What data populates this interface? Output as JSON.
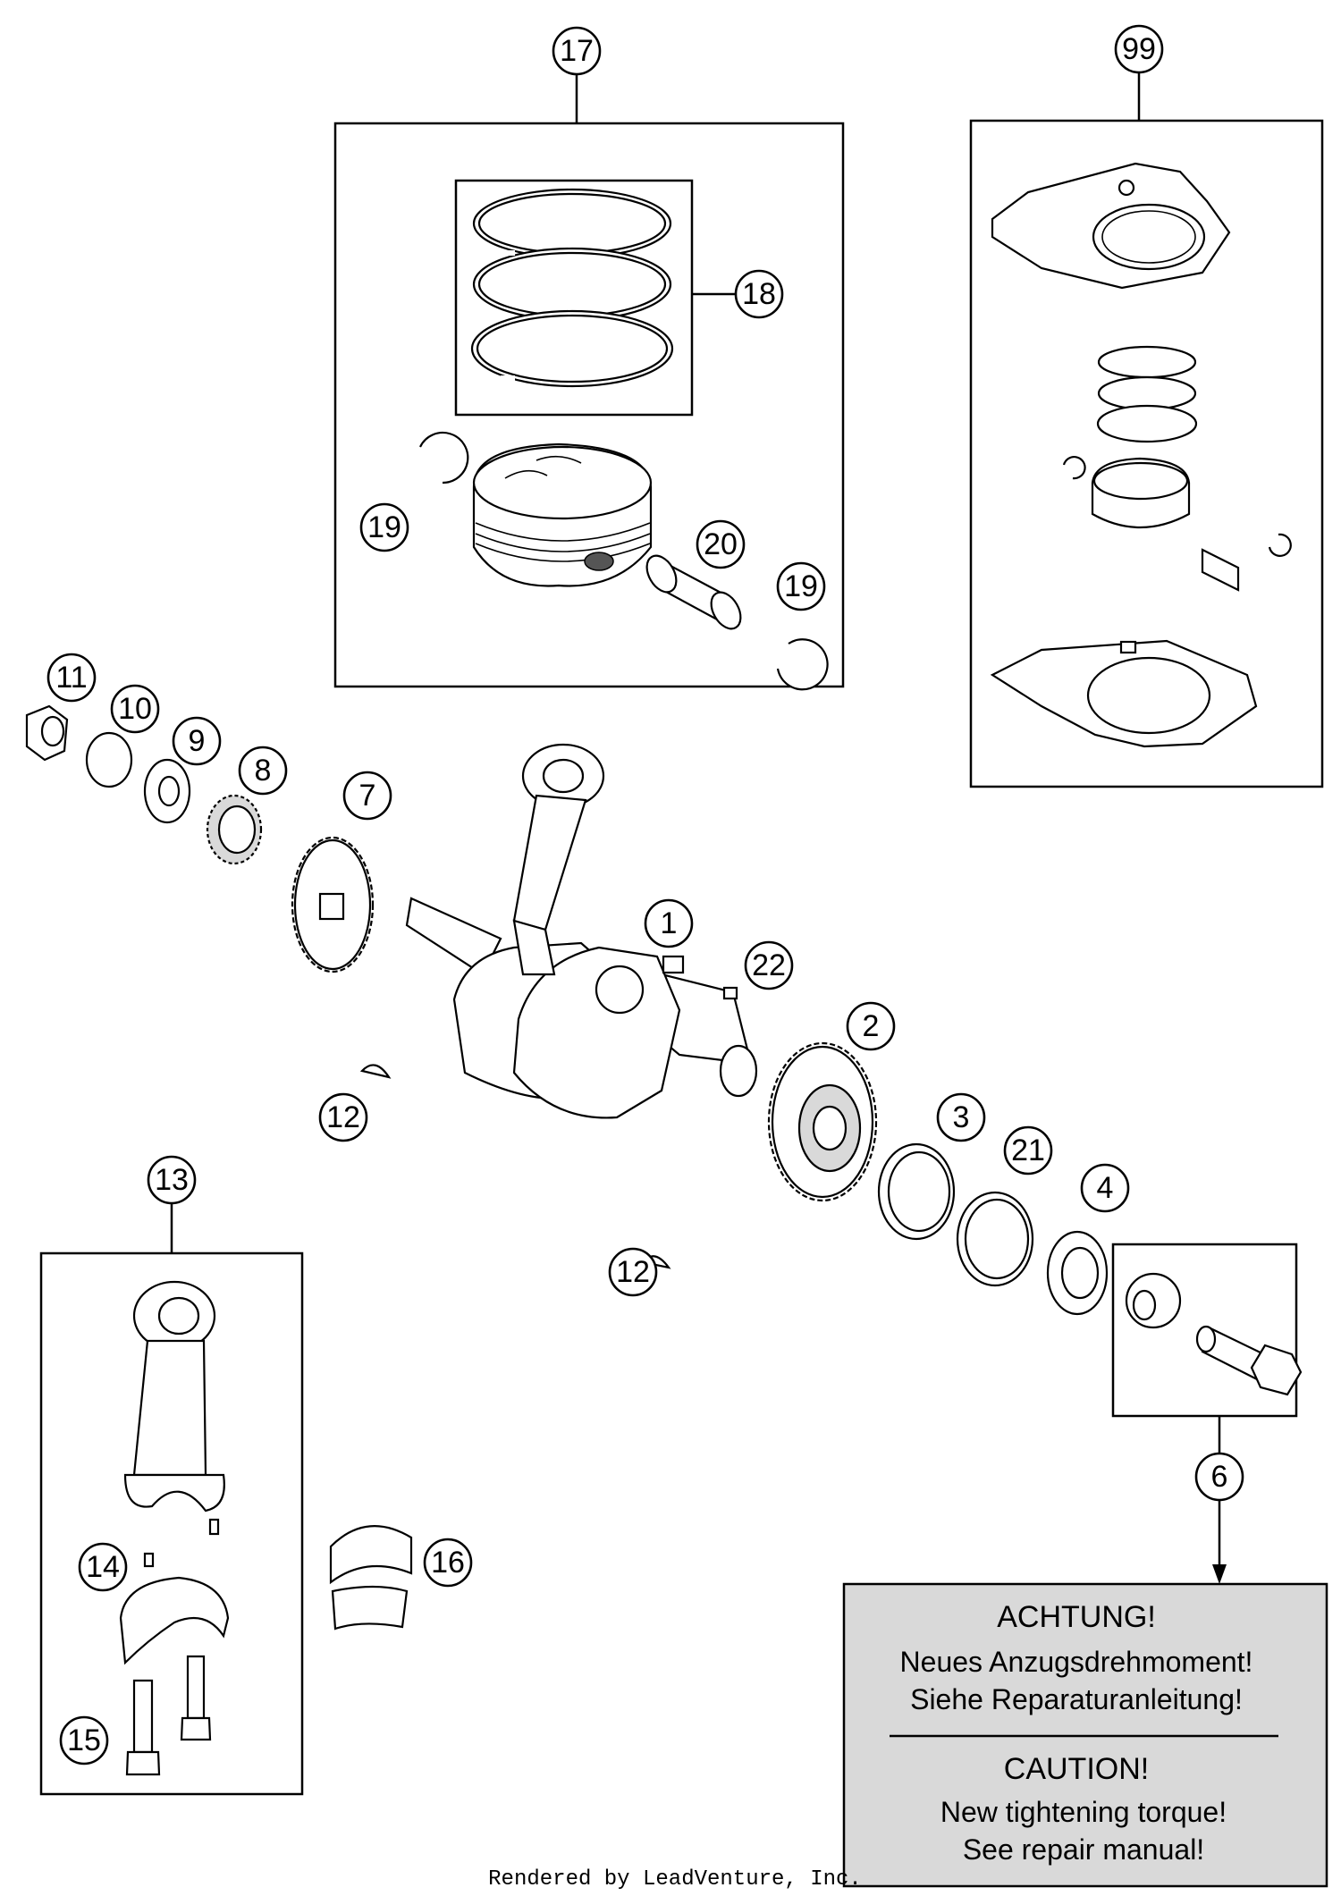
{
  "callouts": {
    "c1": "1",
    "c2": "2",
    "c3": "3",
    "c4": "4",
    "c6": "6",
    "c7": "7",
    "c8": "8",
    "c9": "9",
    "c10": "10",
    "c11": "11",
    "c12a": "12",
    "c12b": "12",
    "c13": "13",
    "c14": "14",
    "c15": "15",
    "c16": "16",
    "c17": "17",
    "c18": "18",
    "c19a": "19",
    "c19b": "19",
    "c20": "20",
    "c21": "21",
    "c22": "22",
    "c99": "99"
  },
  "notice": {
    "de_heading": "ACHTUNG!",
    "de_line1": "Neues Anzugsdrehmoment!",
    "de_line2": "Siehe Reparaturanleitung!",
    "en_heading": "CAUTION!",
    "en_line1": "New tightening torque!",
    "en_line2": "See repair manual!"
  },
  "footer": "Rendered by LeadVenture, Inc."
}
